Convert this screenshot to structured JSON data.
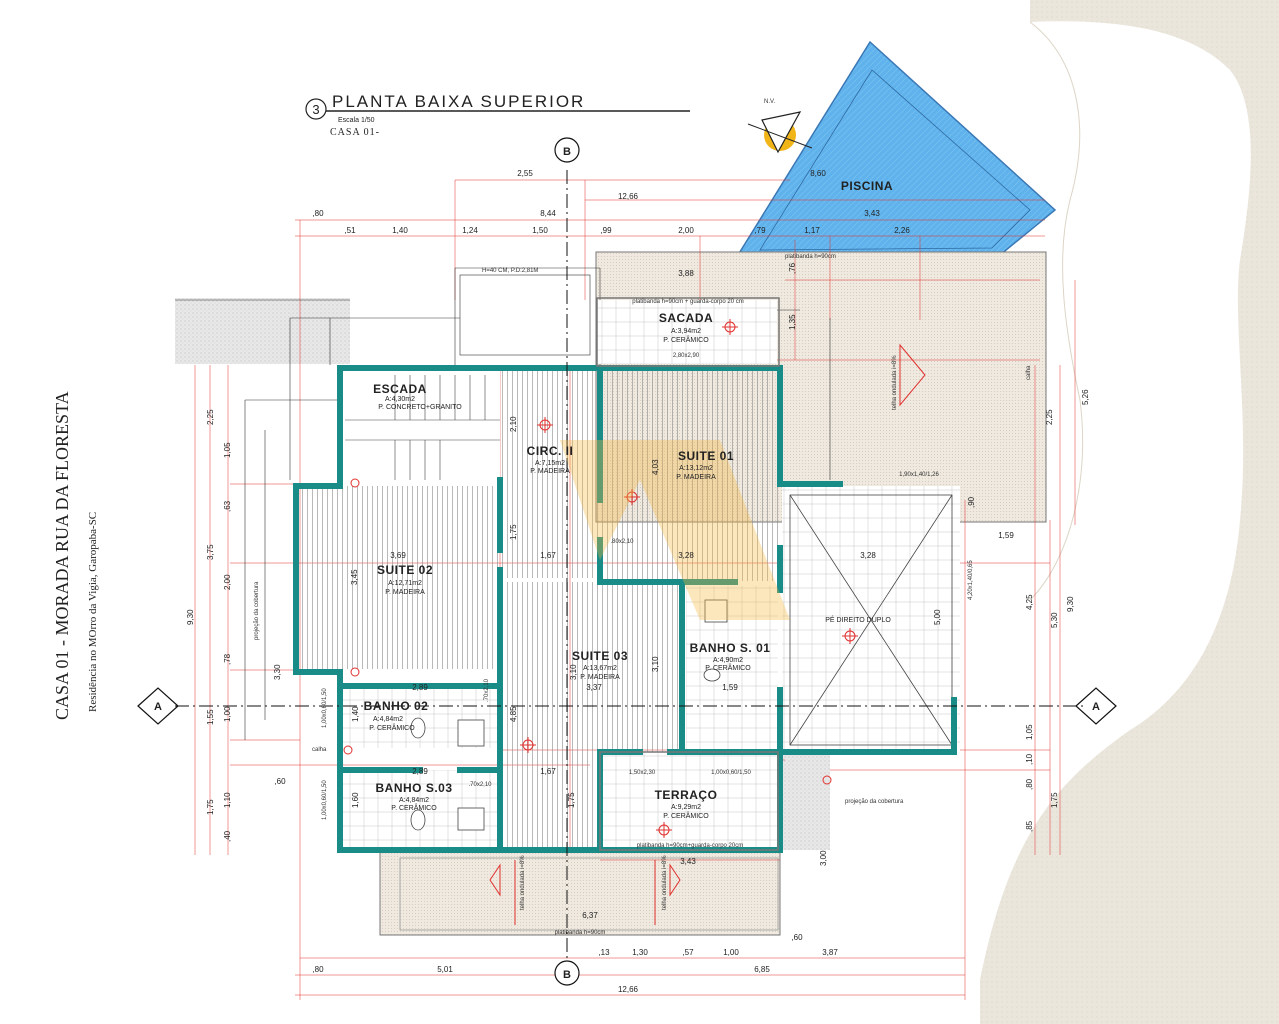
{
  "header": {
    "number": "3",
    "title": "PLANTA BAIXA SUPERIOR",
    "scale": "Escala 1/50",
    "casa": "CASA 01-"
  },
  "side": {
    "title": "CASA 01 - MORADA RUA DA FLORESTA",
    "subtitle": "Residência no MOrro da Vigia, Garopaba-SC"
  },
  "north_label": "N.V.",
  "sections": {
    "a": "A",
    "b": "B"
  },
  "rooms": {
    "piscina": {
      "name": "PISCINA"
    },
    "sacada": {
      "name": "SACADA",
      "area": "A:3,94m2",
      "floor": "P. CERÂMICO"
    },
    "escada": {
      "name": "ESCADA",
      "area": "A:4,30m2",
      "floor": "P. CONCRETO+GRANITO"
    },
    "circ": {
      "name": "CIRC. II",
      "area": "A:7,15m2",
      "floor": "P. MADEIRA"
    },
    "suite01": {
      "name": "SUITE 01",
      "area": "A:13,12m2",
      "floor": "P. MADEIRA"
    },
    "suite02": {
      "name": "SUITE 02",
      "area": "A:12,71m2",
      "floor": "P. MADEIRA"
    },
    "suite03": {
      "name": "SUITE 03",
      "area": "A:13,67m2",
      "floor": "P. MADEIRA"
    },
    "banho01": {
      "name": "BANHO S. 01",
      "area": "A:4,90m2",
      "floor": "P. CERÂMICO"
    },
    "banho02": {
      "name": "BANHO 02",
      "area": "A:4,84m2",
      "floor": "P. CERÂMICO"
    },
    "banho03": {
      "name": "BANHO S.03",
      "area": "A:4,84m2",
      "floor": "P. CERÂMICO"
    },
    "terraco": {
      "name": "TERRAÇO",
      "area": "A:9,29m2",
      "floor": "P. CERÂMICO"
    },
    "pedireito": {
      "name": "PÉ DIREITO DUPLO"
    }
  },
  "notes": {
    "platibanda_top": "platibanda h=90cm + guarda-corpo 20 cm",
    "platibanda_terr": "platibanda h=90cm+guarda-corpo 20cm",
    "platibanda_bottom": "platibanda h=90cm",
    "platibanda_right": "platibanda h=90cm",
    "projecao1": "projeção da cobertura",
    "projecao2": "projeção da cobertura",
    "telha1": "telha ondulada i=8%",
    "telha2": "telha ondulada i=8%",
    "telha3": "telha ondulada i=8%",
    "calha1": "calha",
    "calha2": "calha",
    "h_note": "H=40 CM, P.D:2,81M"
  },
  "dims": {
    "top1": "2,55",
    "top2": "12,66",
    "top3": "8,60",
    "top4": "8,44",
    "top5": "3,43",
    "top6": ",80",
    "top7": ",51",
    "top8": "1,40",
    "top9": "1,24",
    "top10": "1,50",
    "top11": ",99",
    "top12": "2,00",
    "top13": ",79",
    "top14": "1,17",
    "top15": "2,26",
    "sac1": "3,88",
    "sac2": ",76",
    "sac3": "1,35",
    "r1": "5,26",
    "r2": "2,25",
    "r3": ",90",
    "r4": "1,59",
    "mid1": "3,69",
    "mid2": "1,67",
    "mid3": "3,28",
    "mid4": "3,28",
    "mid5": "3,45",
    "mid6": "2,10",
    "mid7": "1,75",
    "mid8": "4,03",
    "s3a": "3,37",
    "s3b": "3,10",
    "s3c": "3,10",
    "s3d": "4,85",
    "b1": "1,59",
    "b2": "2,89",
    "b3": "2,89",
    "b4": "1,67",
    "b5": "1,40",
    "b6": "1,60",
    "b7": ",60",
    "b8": "1,75",
    "t1": "3,43",
    "t2": "6,37",
    "l1": "9,30",
    "l2": "2,25",
    "l3": "1,05",
    "l4": ",63",
    "l5": "3,75",
    "l6": "2,00",
    "l7": ",78",
    "l8": "1,00",
    "l9": "1,55",
    "l10": "1,75",
    "l11": "1,10",
    "l12": ",40",
    "l13": "3,30",
    "rr1": "4,25",
    "rr2": "5,30",
    "rr3": "9,30",
    "rr4": "1,05",
    "rr5": ",10",
    "rr6": ",80",
    "rr7": "1,75",
    "rr8": ",85",
    "pd1": "5,00",
    "bot1": ",80",
    "bot2": "5,01",
    "bot3": "6,85",
    "bot4": "3,87",
    "bot5": "12,66",
    "bot6": ",13",
    "bot7": "1,30",
    "bot8": ",57",
    "bot9": "1,00",
    "bot10": ",60",
    "bot11": "3,00"
  },
  "windows": {
    "w1": "1,90x1,40/1,26",
    "w2": "2,80x2,90",
    "w3": "1,50x2,30",
    "w4": "1,00x0,60/1,50",
    "w5": "1,00x0,60/1,50",
    "w6": "1,00x0,60/1,50",
    "w7": ".70x2,10",
    "w8": ".80x2,10",
    "w9": ".70x2,10",
    "w10": "4,20x1,40/0,65"
  }
}
